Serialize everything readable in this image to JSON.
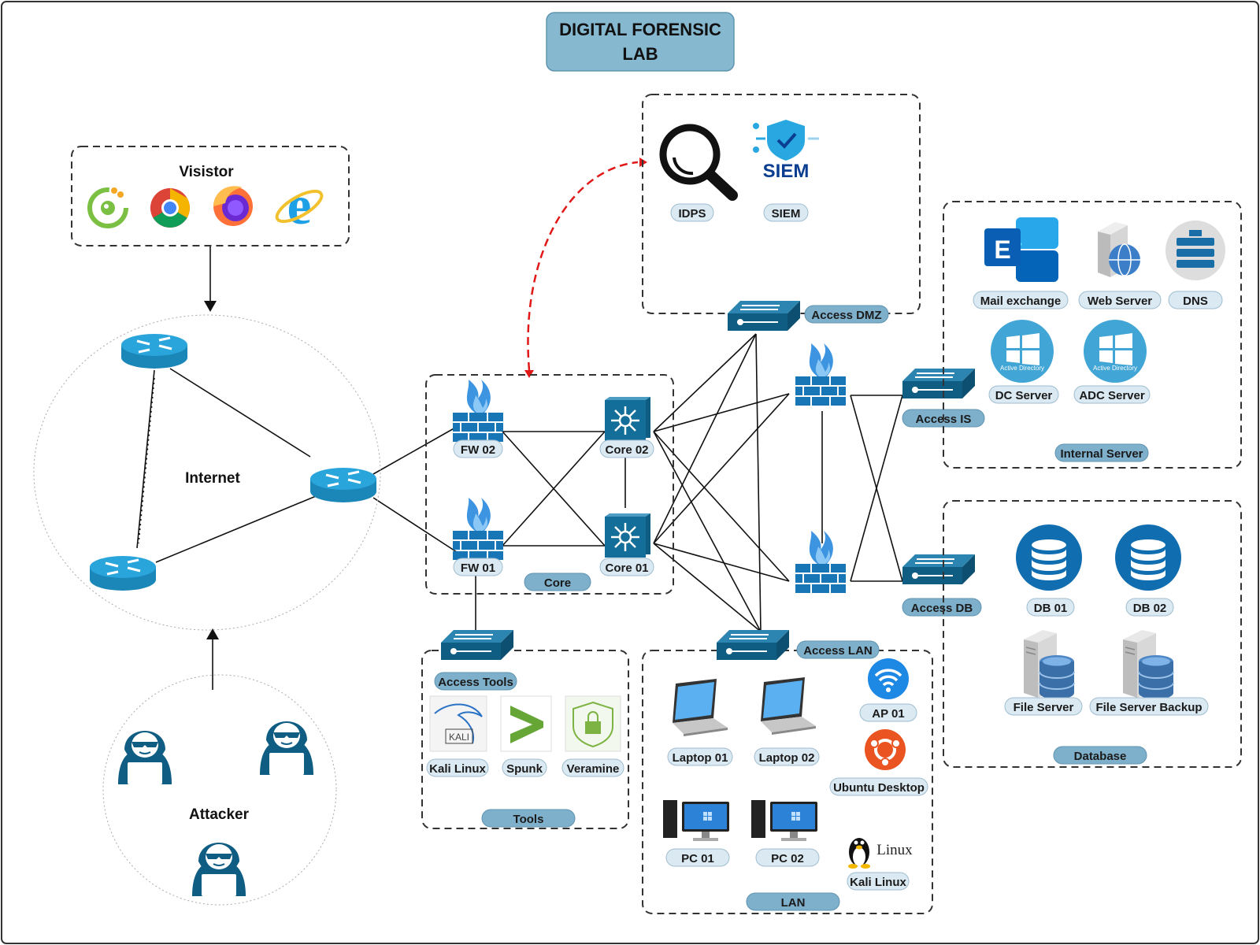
{
  "title": {
    "line1": "DIGITAL FORENSIC",
    "line2": "LAB"
  },
  "colors": {
    "device_blue": "#0f5d82",
    "router_blue": "#29a3d6",
    "firewall_flame": "#3a8fd9",
    "pill_light": "#dbe9f2",
    "pill_dark": "#7fb0cb",
    "red_link": "#e01818",
    "ubuntu_orange": "#e95420",
    "windows_blue": "#41a5d5",
    "spunk_green": "#65a637"
  },
  "groups": {
    "visitor": "Visistor",
    "internet": "Internet",
    "attacker": "Attacker",
    "core": "Core",
    "tools": "Tools",
    "lan": "LAN",
    "internal_server": "Internal Server",
    "database": "Database"
  },
  "devices": {
    "fw02": "FW 02",
    "fw01": "FW 01",
    "core02": "Core 02",
    "core01": "Core 01",
    "access_dmz": "Access DMZ",
    "access_is": "Access IS",
    "access_db": "Access DB",
    "access_lan": "Access LAN",
    "access_tools": "Access Tools"
  },
  "dmz": {
    "idps": "IDPS",
    "siem": "SIEM",
    "siem_logo_text": "SIEM"
  },
  "internal": {
    "mail": "Mail exchange",
    "web": "Web Server",
    "dns": "DNS",
    "dc": "DC Server",
    "adc": "ADC Server",
    "ad_text": "Active Directory"
  },
  "db": {
    "db01": "DB 01",
    "db02": "DB 02",
    "file_server": "File Server",
    "file_backup": "File Server Backup"
  },
  "tools": {
    "kali": "Kali Linux",
    "kali_logo_text": "KALI",
    "spunk": "Spunk",
    "veramine": "Veramine"
  },
  "lan": {
    "laptop01": "Laptop 01",
    "laptop02": "Laptop 02",
    "ap01": "AP 01",
    "ubuntu": "Ubuntu Desktop",
    "pc01": "PC  01",
    "pc02": "PC  02",
    "kali": "Kali Linux",
    "linux_logo_text": "Linux"
  },
  "icons": {
    "visitor_browsers": [
      "coccoc-browser-icon",
      "chrome-icon",
      "firefox-icon",
      "internet-explorer-icon"
    ],
    "router": "router-icon",
    "firewall": "firewall-icon",
    "core_switch": "layer3-switch-icon",
    "access_switch": "switch-icon",
    "attacker": "hacker-icon",
    "idps": "magnifier-icon",
    "siem": "siem-shield-icon",
    "exchange": "exchange-icon",
    "web": "web-server-icon",
    "dns": "dns-icon",
    "windows": "windows-icon",
    "database": "database-icon",
    "file_server": "file-server-icon",
    "laptop": "laptop-icon",
    "desktop": "desktop-pc-icon",
    "wifi": "wifi-icon",
    "ubuntu": "ubuntu-icon",
    "linux": "tux-icon"
  }
}
